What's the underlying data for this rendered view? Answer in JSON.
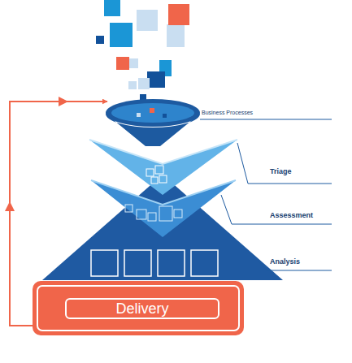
{
  "diagram": {
    "nodes": [
      {
        "text": [
          "Business Processes"
        ]
      },
      {
        "text": [
          "Triage"
        ]
      },
      {
        "text": [
          "Assessment"
        ]
      },
      {
        "text": [
          "Analysis"
        ]
      },
      {
        "text": [
          "Delivery"
        ]
      }
    ],
    "edges": [
      {
        "from": 4,
        "to": 0,
        "arrow": "to"
      }
    ]
  }
}
